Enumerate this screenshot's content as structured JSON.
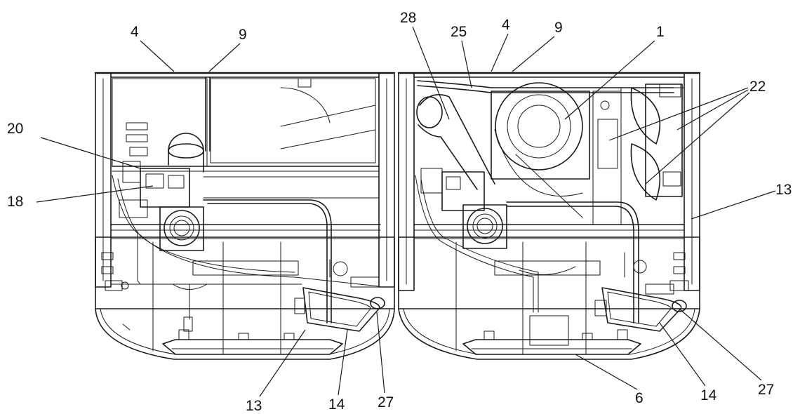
{
  "callouts": {
    "left": [
      "4",
      "9",
      "20",
      "18",
      "13",
      "14",
      "27"
    ],
    "right": [
      "28",
      "25",
      "4",
      "9",
      "1",
      "22",
      "13",
      "6",
      "14",
      "27"
    ]
  }
}
